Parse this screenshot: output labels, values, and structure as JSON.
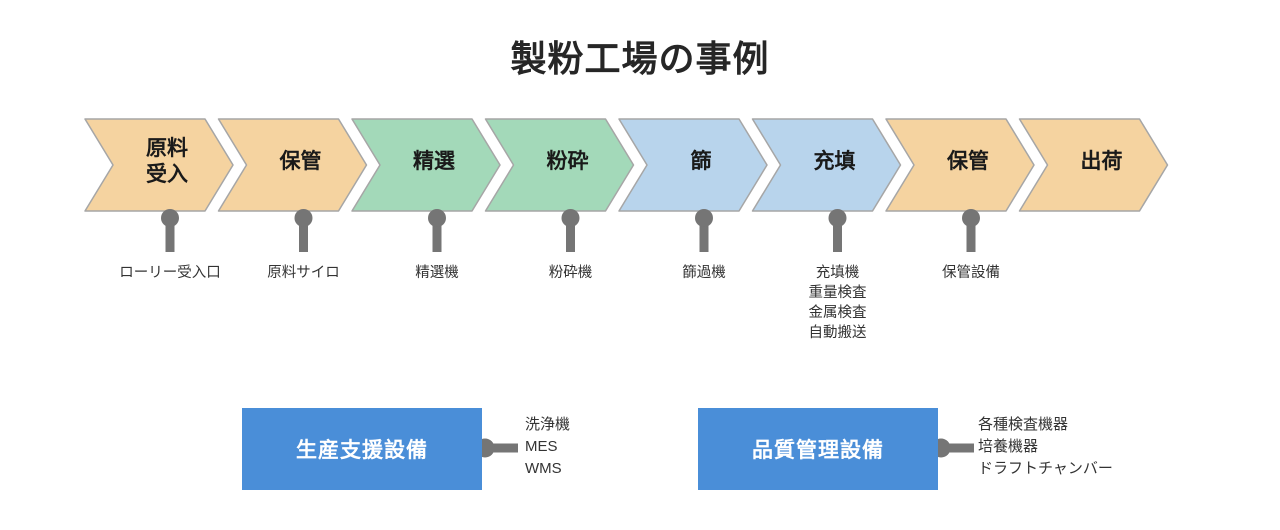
{
  "title": "製粉工場の事例",
  "colors": {
    "orange": "#F5D3A0",
    "green": "#A3D9B9",
    "blue": "#B8D4EC",
    "chevron_stroke": "#A6A6A6",
    "pin": "#757575",
    "box_blue": "#4A8ED8",
    "text": "#262626"
  },
  "process": {
    "steps": [
      {
        "id": "raw-material-receiving",
        "label": "原料\n受入",
        "color": "orange",
        "equipment": "ローリー受入口"
      },
      {
        "id": "storage-1",
        "label": "保管",
        "color": "orange",
        "equipment": "原料サイロ"
      },
      {
        "id": "sorting",
        "label": "精選",
        "color": "green",
        "equipment": "精選機"
      },
      {
        "id": "milling",
        "label": "粉砕",
        "color": "green",
        "equipment": "粉砕機"
      },
      {
        "id": "sifting",
        "label": "篩",
        "color": "blue",
        "equipment": "篩過機"
      },
      {
        "id": "filling",
        "label": "充填",
        "color": "blue",
        "equipment": "充填機\n重量検査\n金属検査\n自動搬送"
      },
      {
        "id": "storage-2",
        "label": "保管",
        "color": "orange",
        "equipment": "保管設備"
      },
      {
        "id": "shipping",
        "label": "出荷",
        "color": "orange",
        "equipment": ""
      }
    ]
  },
  "support": {
    "boxes": [
      {
        "id": "production-support-equipment",
        "label": "生産支援設備",
        "details": "洗浄機\nMES\nWMS"
      },
      {
        "id": "quality-control-equipment",
        "label": "品質管理設備",
        "details": "各種検査機器\n培養機器\nドラフトチャンバー"
      }
    ]
  }
}
